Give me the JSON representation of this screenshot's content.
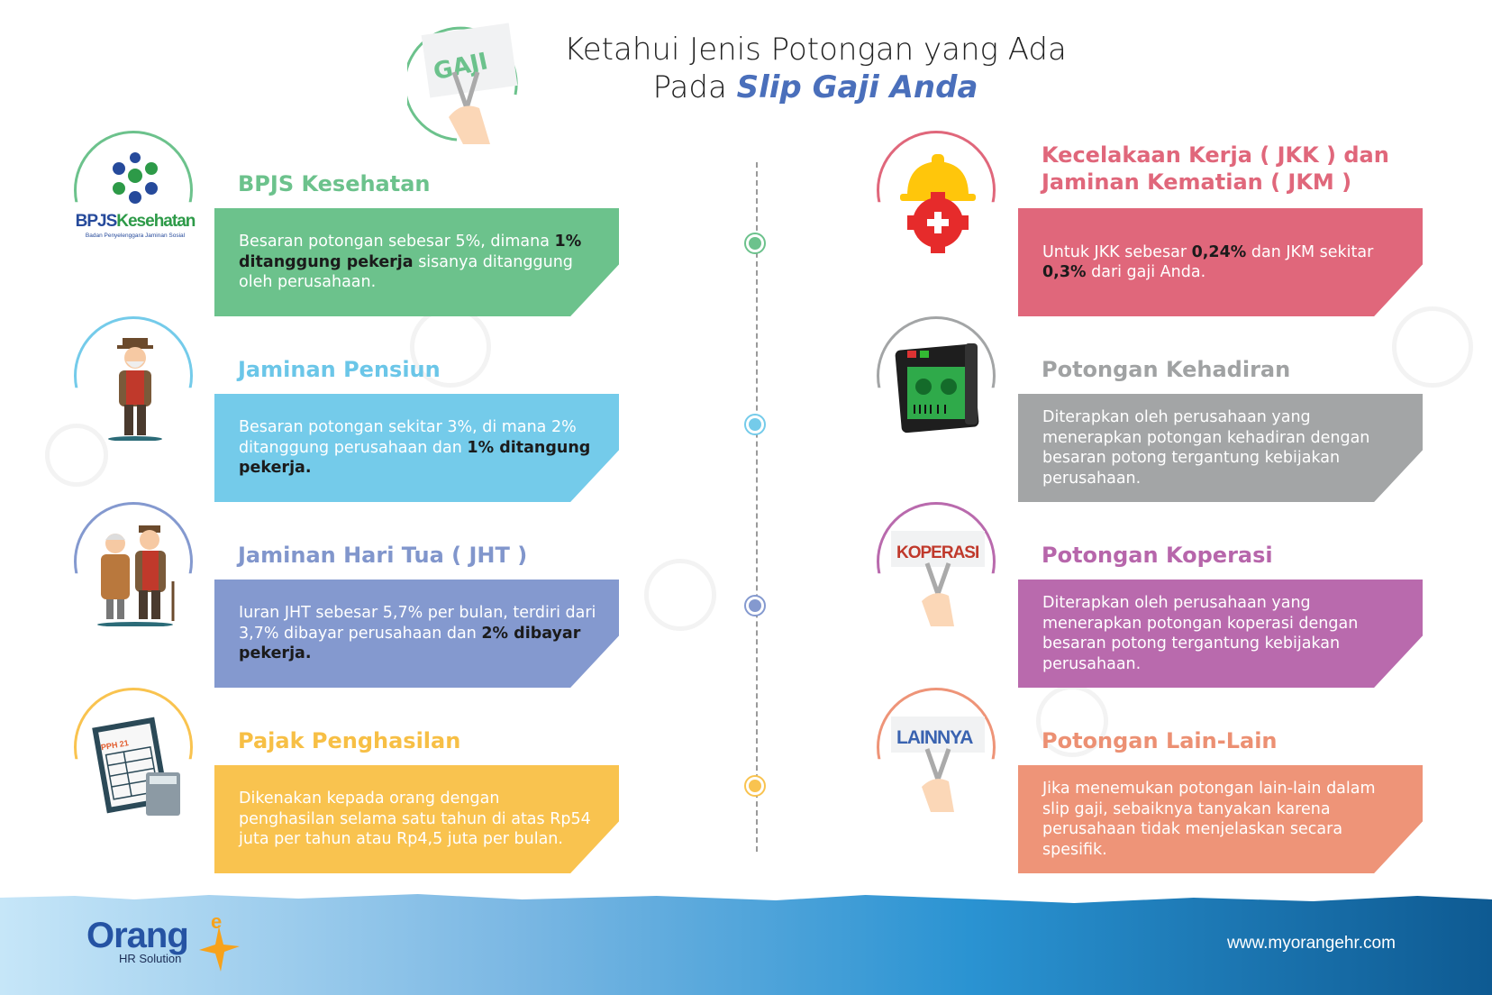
{
  "header": {
    "title_line1": "Ketahui Jenis Potongan yang Ada",
    "title_line2_prefix": "Pada ",
    "title_line2_emphasis": "Slip Gaji Anda",
    "badge_text": "GAJI"
  },
  "left_items": [
    {
      "title": "BPJS Kesehatan",
      "color": "#6cc28c",
      "title_color": "#6cc28c",
      "icon": "bpjs-logo-icon",
      "logo_text": "BPJS Kesehatan",
      "logo_sub": "Badan Penyelenggara Jaminan Sosial",
      "body": [
        {
          "text": "Besaran potongan sebesar 5%, dimana ",
          "bold": false
        },
        {
          "text": "1% ditanggung pekerja",
          "bold": true
        },
        {
          "text": " sisanya ditanggung oleh perusahaan.",
          "bold": false
        }
      ]
    },
    {
      "title": "Jaminan Pensiun",
      "color": "#74cbea",
      "title_color": "#6bc6e8",
      "icon": "old-man-icon",
      "body": [
        {
          "text": "Besaran potongan sekitar 3%, di mana 2% ditanggung perusahaan dan ",
          "bold": false
        },
        {
          "text": "1% ditangung pekerja.",
          "bold": true
        }
      ]
    },
    {
      "title": "Jaminan Hari Tua ( JHT )",
      "color": "#8499cf",
      "title_color": "#8196cc",
      "icon": "elderly-couple-icon",
      "body": [
        {
          "text": "Iuran JHT sebesar 5,7% per bulan, terdiri dari 3,7% dibayar perusahaan dan ",
          "bold": false
        },
        {
          "text": "2% dibayar pekerja.",
          "bold": true
        }
      ]
    },
    {
      "title": "Pajak Penghasilan",
      "color": "#f9c34f",
      "title_color": "#f7bf45",
      "icon": "tax-form-calculator-icon",
      "form_label": "PPH 21",
      "body": [
        {
          "text": "Dikenakan kepada orang dengan penghasilan selama satu tahun di atas Rp54 juta per tahun atau Rp4,5 juta per bulan.",
          "bold": false
        }
      ]
    }
  ],
  "right_items": [
    {
      "title": "Kecelakaan Kerja ( JKK ) dan Jaminan Kematian ( JKM )",
      "color": "#e0677b",
      "title_color": "#e0677b",
      "icon": "hard-hat-gear-icon",
      "body": [
        {
          "text": "Untuk JKK sebesar ",
          "bold": false
        },
        {
          "text": "0,24%",
          "bold": true
        },
        {
          "text": " dan JKM sekitar ",
          "bold": false
        },
        {
          "text": "0,3%",
          "bold": true
        },
        {
          "text": " dari gaji Anda.",
          "bold": false
        }
      ]
    },
    {
      "title": "Potongan Kehadiran",
      "color": "#a3a5a6",
      "title_color": "#a0a2a3",
      "icon": "fingerprint-attendance-machine-icon",
      "body": [
        {
          "text": "Diterapkan oleh perusahaan yang menerapkan potongan kehadiran dengan besaran potong tergantung kebijakan perusahaan.",
          "bold": false
        }
      ]
    },
    {
      "title": "Potongan Koperasi",
      "color": "#b96aad",
      "title_color": "#b766ab",
      "icon": "scissors-koperasi-icon",
      "badge_text": "KOPERASI",
      "body": [
        {
          "text": "Diterapkan oleh perusahaan yang menerapkan potongan koperasi dengan besaran potong tergantung kebijakan perusahaan.",
          "bold": false
        }
      ]
    },
    {
      "title": "Potongan Lain-Lain",
      "color": "#ee9478",
      "title_color": "#ec9073",
      "icon": "scissors-lainnya-icon",
      "badge_text": "LAINNYA",
      "body": [
        {
          "text": "Jika menemukan potongan lain-lain dalam slip gaji, sebaiknya tanyakan karena perusahaan tidak menjelaskan secara spesifik.",
          "bold": false
        }
      ]
    }
  ],
  "footer": {
    "logo_word": "Orang",
    "logo_e": "e",
    "logo_sub": "HR Solution",
    "url": "www.myorangehr.com"
  }
}
